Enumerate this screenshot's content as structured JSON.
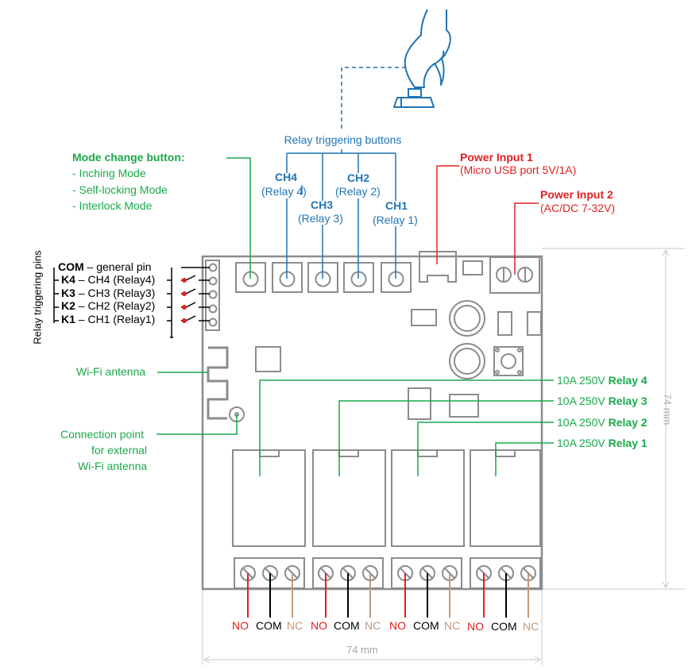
{
  "colors": {
    "green": "#1aa84a",
    "blue": "#1f74b5",
    "red": "#e02020",
    "tan": "#c29a7c",
    "board": "#8c8c8c",
    "dimension": "#c8c8c8"
  },
  "icons": [
    "hand-pressing-button-icon"
  ],
  "relay_buttons": {
    "title": "Relay triggering buttons",
    "ch4": {
      "name": "CH4",
      "relay": "(Relay 4)"
    },
    "ch3": {
      "name": "CH3",
      "relay": "(Relay 3)"
    },
    "ch2": {
      "name": "CH2",
      "relay": "(Relay 2)"
    },
    "ch1": {
      "name": "CH1",
      "relay": "(Relay 1)"
    }
  },
  "mode_button": {
    "title": "Mode change button:",
    "modes": [
      "- Inching Mode",
      "- Self-locking Mode",
      "- Interlock Mode"
    ]
  },
  "power_input_1": {
    "title": "Power Input 1",
    "detail": "(Micro USB port 5V/1A)"
  },
  "power_input_2": {
    "title": "Power Input 2",
    "detail": "(AC/DC 7-32V)"
  },
  "trigger_pins": {
    "side_label": "Relay triggering pins",
    "com": {
      "key": "COM",
      "desc": " – general pin"
    },
    "pins": [
      {
        "key": "K4",
        "desc": " – CH4 (Relay4)"
      },
      {
        "key": "K3",
        "desc": " – CH3 (Relay3)"
      },
      {
        "key": "K2",
        "desc": " – CH2 (Relay2)"
      },
      {
        "key": "K1",
        "desc": " – CH1 (Relay1)"
      }
    ]
  },
  "wifi_antenna": "Wi-Fi antenna",
  "connection_point": [
    "Connection point",
    "for external",
    "Wi-Fi antenna"
  ],
  "relay_ratings": [
    {
      "rating": "10A 250V ",
      "relay": "Relay 4"
    },
    {
      "rating": "10A 250V ",
      "relay": "Relay 3"
    },
    {
      "rating": "10A 250V ",
      "relay": "Relay 2"
    },
    {
      "rating": "10A 250V ",
      "relay": "Relay 1"
    }
  ],
  "terminals": {
    "no": "NO",
    "com": "COM",
    "nc": "NC"
  },
  "dimensions": {
    "width": "74 mm",
    "height": "74 mm"
  }
}
